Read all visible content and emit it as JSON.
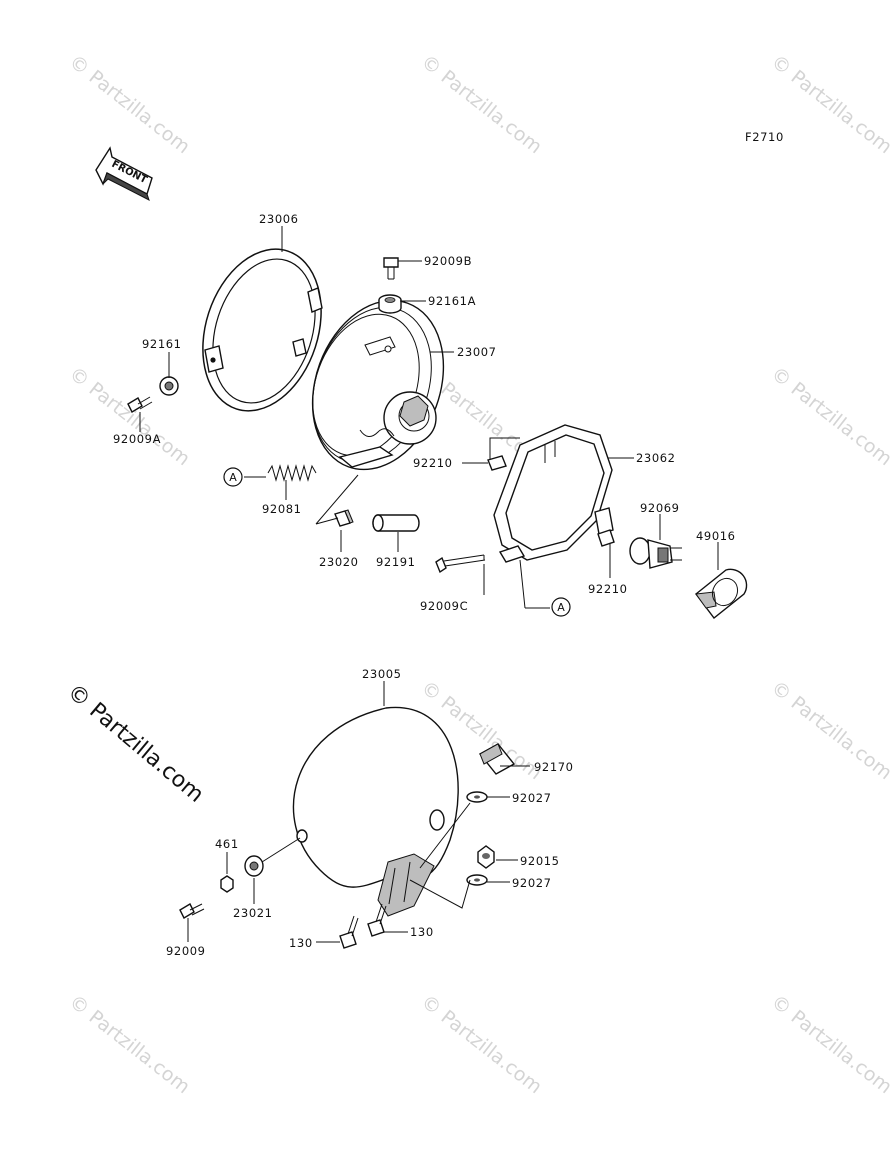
{
  "diagram": {
    "figure_code": "F2710",
    "front_label": "FRONT",
    "copyright_mark": "© Partzilla.com",
    "watermark_text": "© Partzilla.com",
    "ref_marker": "A",
    "labels": {
      "p23006": "23006",
      "p92009B": "92009B",
      "p92161A": "92161A",
      "p23007": "23007",
      "p92161": "92161",
      "p92009A": "92009A",
      "p92210_top": "92210",
      "p23062": "23062",
      "p92081": "92081",
      "p23020": "23020",
      "p92191": "92191",
      "p92069": "92069",
      "p49016": "49016",
      "p92210_bottom": "92210",
      "p92009C": "92009C",
      "p23005": "23005",
      "p92170": "92170",
      "p92027_top": "92027",
      "p461": "461",
      "p92015": "92015",
      "p92027_bottom": "92027",
      "p23021": "23021",
      "p130_left": "130",
      "p130_right": "130",
      "p92009": "92009"
    }
  }
}
